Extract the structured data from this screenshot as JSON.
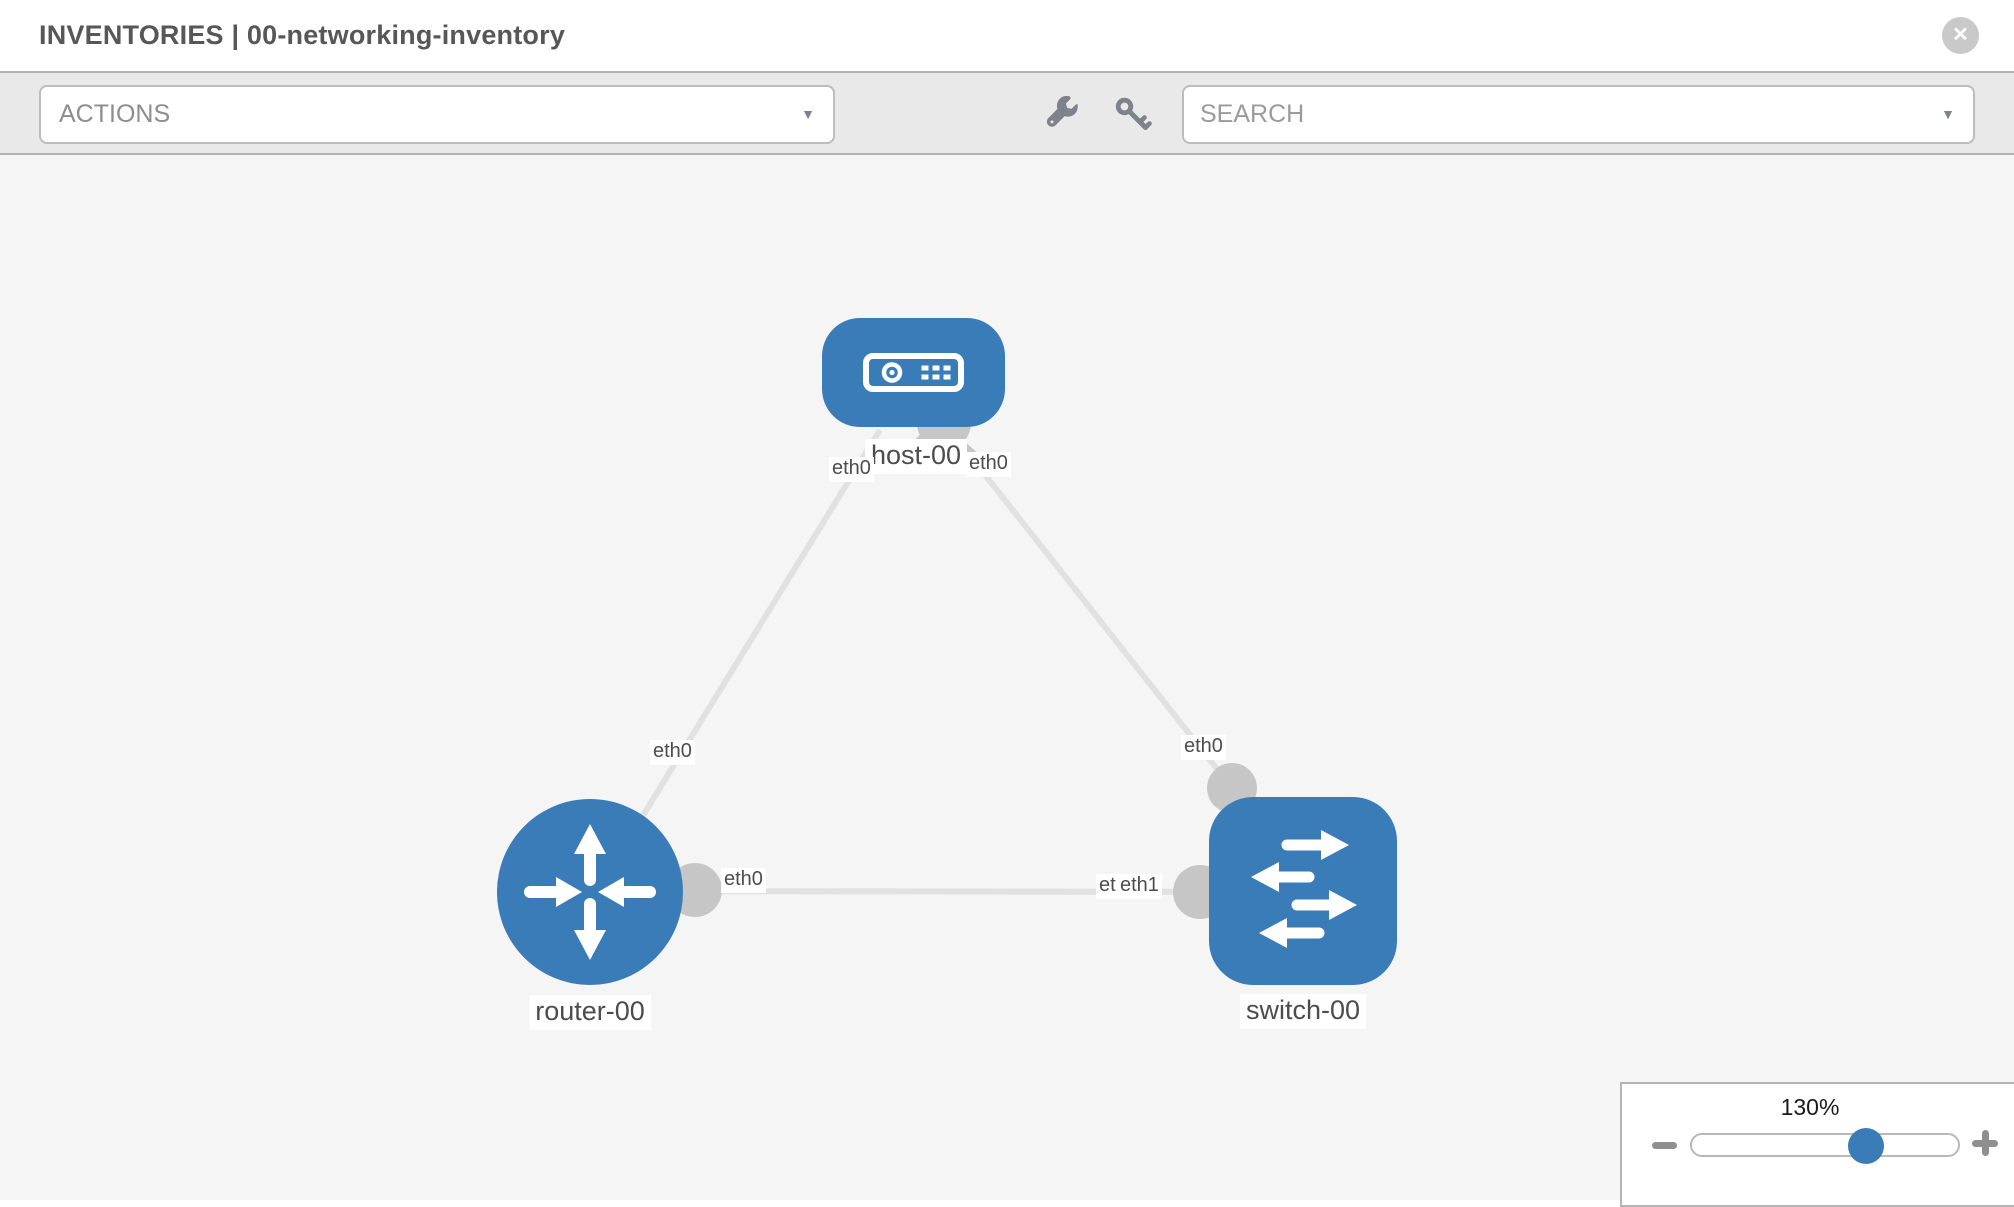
{
  "header": {
    "title": "INVENTORIES | 00-networking-inventory"
  },
  "icons": {
    "close": "✕",
    "caret": "▼"
  },
  "toolbar": {
    "actions_label": "ACTIONS",
    "search_placeholder": "SEARCH"
  },
  "colors": {
    "node_blue": "#3a7cb8",
    "link_gray": "#e1e1e1",
    "connector_gray": "#c6c6c6",
    "canvas_bg": "#f5f5f5"
  },
  "graph": {
    "nodes": [
      {
        "label": "host-00",
        "type": "host"
      },
      {
        "label": "router-00",
        "type": "router"
      },
      {
        "label": "switch-00",
        "type": "switch"
      }
    ],
    "links": [
      {
        "from": "host-00",
        "to": "router-00",
        "from_interface": "eth0",
        "to_interface": "eth0"
      },
      {
        "from": "host-00",
        "to": "switch-00",
        "from_interface": "eth0",
        "to_interface": "eth0"
      },
      {
        "from": "router-00",
        "to": "switch-00",
        "from_interface": "eth0",
        "to_interface": "eth1"
      }
    ],
    "interface_labels": {
      "host_left": "eth0",
      "host_right": "eth0",
      "host_router_mid": "eth0",
      "router_right": "eth0",
      "switch_top": "eth0",
      "switch_left_under": "eth0",
      "switch_left": "eth1"
    }
  },
  "zoom_control": {
    "level": "130%"
  }
}
